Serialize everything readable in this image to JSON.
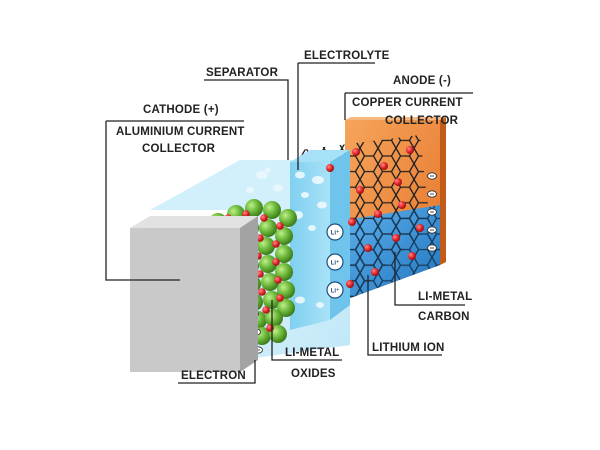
{
  "labels": {
    "separator": "SEPARATOR",
    "electrolyte": "ELECTROLYTE",
    "anode": "ANODE (-)",
    "copper_1": "COPPER CURRENT",
    "copper_2": "COLLECTOR",
    "cathode": "CATHODE (+)",
    "aluminium_1": "ALUMINIUM CURRENT",
    "aluminium_2": "COLLECTOR",
    "li_metal_carbon_1": "LI-METAL",
    "li_metal_carbon_2": "CARBON",
    "lithium_ion": "LITHIUM ION",
    "li_metal_oxides_1": "LI-METAL",
    "li_metal_oxides_2": "OXIDES",
    "electron": "ELECTRON"
  },
  "ion_symbol": "Li⁺",
  "electron_symbol": "e⁻",
  "colors": {
    "aluminium": "#c9c9c9",
    "copper": "#f08a3c",
    "electrolyte": "#bfe8f8",
    "separator": "#8fd6f2",
    "oxide_green": "#6cb83a",
    "lithium_red": "#e3262b",
    "anode_blue": "#2f8fd6"
  }
}
